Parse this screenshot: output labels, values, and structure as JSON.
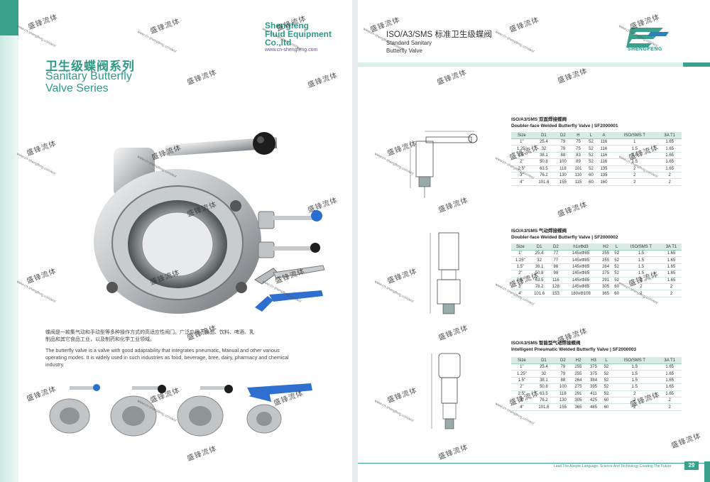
{
  "left": {
    "brand_cn": "卫生级蝶阀系列",
    "brand_en_1": "Sanitary Butterfly",
    "brand_en_2": "Valve Series",
    "logo_lines": [
      "Shengfeng",
      "Fluid Equipment",
      "Co.,ltd"
    ],
    "logo_url": "www.cn-shengfeng.com",
    "desc_cn": "蝶阀是一款集气动和手动型等多种操作方式的高适应性阀门。广泛应用于食品、饮料、啤酒、乳制品和其它食品工业，以及制药和化学工业领域。",
    "desc_en": "The butterfly valve is a valve with good adaptability that integrates pneumatic, Manual and other various operating modes. It is widely used in such industries as food, beverage, bree, dairy, pharmacy and chemical industry."
  },
  "right": {
    "title": "ISO/A3/SMS 标准卫生级蝶阀",
    "subtitle_1": "Standard Sanitary",
    "subtitle_2": "Butterfly Valve",
    "logo_text": "SHENGFENG",
    "sections": [
      {
        "title_cn": "ISO/A3/SMS 双面焊接蝶阀",
        "title_en": "Doubler-face Welded Butterfly Valve | SF2000001",
        "headers": [
          "Size",
          "D1",
          "D2",
          "H",
          "L",
          "A",
          "ISO/SMS T",
          "3A T1"
        ],
        "rows": [
          [
            "1\"",
            "25.4",
            "79",
            "75",
            "52",
            "116",
            "1",
            "1.65"
          ],
          [
            "1.25\"",
            "32",
            "79",
            "75",
            "52",
            "116",
            "1.5",
            "1.65"
          ],
          [
            "1.5\"",
            "38.1",
            "88",
            "83",
            "52",
            "116",
            "1.5",
            "1.65"
          ],
          [
            "2\"",
            "50.8",
            "100",
            "89",
            "52",
            "116",
            "1.5",
            "1.65"
          ],
          [
            "2.5\"",
            "63.5",
            "118",
            "101",
            "52",
            "135",
            "2",
            "1.65"
          ],
          [
            "3\"",
            "76.2",
            "130",
            "110",
            "60",
            "135",
            "2",
            "2"
          ],
          [
            "4\"",
            "101.6",
            "155",
            "115",
            "60",
            "160",
            "2",
            "2"
          ]
        ]
      },
      {
        "title_cn": "ISO/A3/SMS 气动焊接蝶阀",
        "title_en": "Doubler-face Welded Butterfly Valve | SF2000002",
        "headers": [
          "Size",
          "D1",
          "D2",
          "h1xΦd3",
          "H2",
          "L",
          "ISO/SMS T",
          "3A T1"
        ],
        "rows": [
          [
            "1\"",
            "25.4",
            "77",
            "145xΦ85",
            "255",
            "52",
            "1.5",
            "1.65"
          ],
          [
            "1.25\"",
            "32",
            "77",
            "145xΦ85",
            "255",
            "52",
            "1.5",
            "1.65"
          ],
          [
            "1.5\"",
            "38.1",
            "86",
            "145xΦ85",
            "264",
            "52",
            "1.5",
            "1.65"
          ],
          [
            "2\"",
            "50.8",
            "98",
            "145xΦ85",
            "275",
            "52",
            "1.5",
            "1.65"
          ],
          [
            "2.5\"",
            "63.5",
            "116",
            "145xΦ85",
            "291",
            "52",
            "2",
            "1.65"
          ],
          [
            "3\"",
            "76.2",
            "128",
            "145xΦ85",
            "305",
            "60",
            "2",
            "2"
          ],
          [
            "4\"",
            "101.6",
            "153",
            "180xΦ108",
            "365",
            "60",
            "2",
            "2"
          ]
        ]
      },
      {
        "title_cn": "ISO/A3/SMS 智能型气动焊接蝶阀",
        "title_en": "Intelligent Pneumatic Welded Butterfly Valve | SF2000003",
        "headers": [
          "Size",
          "D1",
          "D2",
          "H2",
          "H3",
          "L",
          "ISO/SMS T",
          "3A T1"
        ],
        "rows": [
          [
            "1\"",
            "25.4",
            "79",
            "255",
            "375",
            "52",
            "1.5",
            "1.65"
          ],
          [
            "1.25\"",
            "32",
            "79",
            "255",
            "375",
            "52",
            "1.5",
            "1.65"
          ],
          [
            "1.5\"",
            "38.1",
            "88",
            "264",
            "384",
            "52",
            "1.5",
            "1.65"
          ],
          [
            "2\"",
            "50.8",
            "100",
            "275",
            "395",
            "52",
            "1.5",
            "1.65"
          ],
          [
            "2.5\"",
            "63.5",
            "118",
            "291",
            "411",
            "52",
            "2",
            "1.65"
          ],
          [
            "3\"",
            "76.2",
            "130",
            "305",
            "425",
            "60",
            "2",
            "2"
          ],
          [
            "4\"",
            "101.6",
            "155",
            "365",
            "485",
            "60",
            "2",
            "2"
          ]
        ]
      }
    ],
    "footer_slogan": "Lead The Aseptic Language, Science And Technology Creating The Future",
    "page_number": "29"
  },
  "watermark": {
    "cn": "盛锋流体",
    "url": "www.cn-shengfeng.com/en/"
  },
  "colors": {
    "brand_green": "#2f9a86",
    "table_header": "#d6ebe6"
  }
}
